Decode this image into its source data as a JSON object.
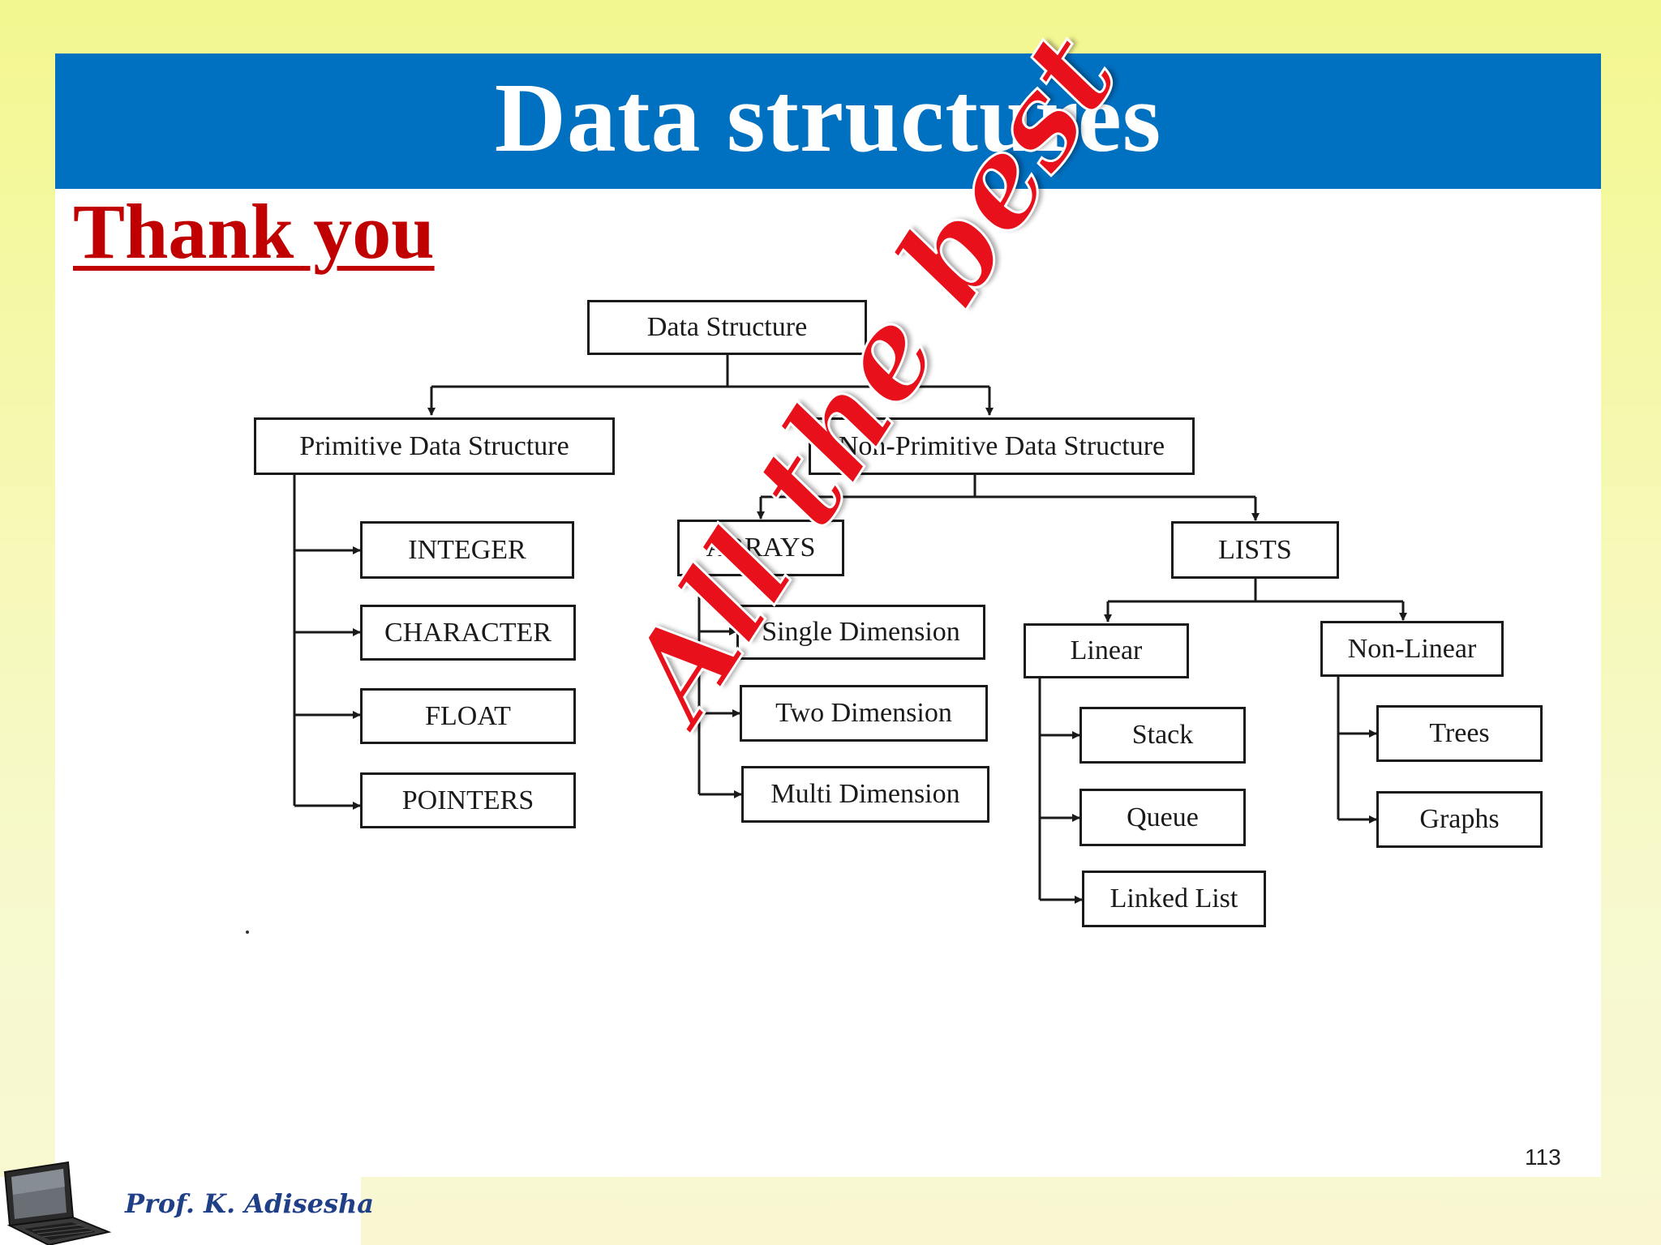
{
  "slide": {
    "title": "Data structures",
    "subtitle": "Thank you",
    "page_number": "113",
    "footer_name": "Prof. K. Adisesha",
    "watermark": "All the best"
  },
  "diagram": {
    "root": "Data Structure",
    "primitive": {
      "label": "Primitive Data Structure",
      "items": [
        "INTEGER",
        "CHARACTER",
        "FLOAT",
        "POINTERS"
      ]
    },
    "non_primitive": {
      "label": "Non-Primitive Data Structure",
      "arrays": {
        "label": "ARRAYS",
        "items": [
          "Single Dimension",
          "Two Dimension",
          "Multi Dimension"
        ]
      },
      "lists": {
        "label": "LISTS",
        "linear": {
          "label": "Linear",
          "items": [
            "Stack",
            "Queue",
            "Linked List"
          ]
        },
        "non_linear": {
          "label": "Non-Linear",
          "items": [
            "Trees",
            "Graphs"
          ]
        }
      }
    }
  },
  "colors": {
    "title_bar": "#0070c0",
    "title_text": "#ffffff",
    "subtitle": "#c00000",
    "watermark": "#e8101a",
    "footer_text": "#1f3f86"
  },
  "icons": [
    "laptop-icon",
    "arrow-icon"
  ]
}
